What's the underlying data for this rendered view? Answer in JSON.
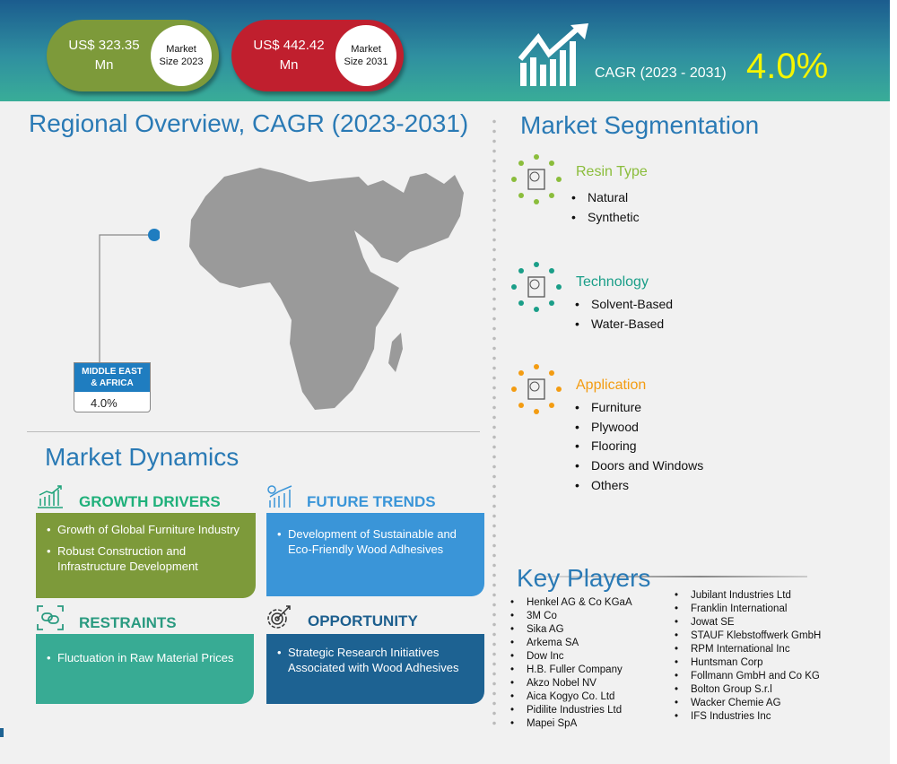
{
  "header": {
    "market_2023": {
      "value_line1": "US$  323.35",
      "value_line2": "Mn",
      "label_line1": "Market",
      "label_line2": "Size 2023",
      "color": "#7d9a3a"
    },
    "market_2031": {
      "value_line1": "US$ 442.42",
      "value_line2": "Mn",
      "label_line1": "Market",
      "label_line2": "Size 2031",
      "color": "#c01f2e"
    },
    "cagr_label": "CAGR (2023 - 2031)",
    "cagr_value": "4.0%",
    "icon": "growth-chart-icon"
  },
  "regional": {
    "title": "Regional Overview, CAGR (2023-2031)",
    "region_line1": "MIDDLE EAST",
    "region_line2": "& AFRICA",
    "region_cagr": "4.0%"
  },
  "dynamics": {
    "title": "Market Dynamics",
    "growth_drivers": {
      "title": "GROWTH DRIVERS",
      "color": "#7d9a3a",
      "items": [
        "Growth of Global Furniture Industry",
        "Robust Construction and Infrastructure Development"
      ]
    },
    "future_trends": {
      "title": "FUTURE TRENDS",
      "color": "#3a95d8",
      "items": [
        "Development of Sustainable and Eco-Friendly Wood Adhesives"
      ]
    },
    "restraints": {
      "title": "RESTRAINTS",
      "color": "#38ab94",
      "items": [
        "Fluctuation in Raw Material Prices"
      ]
    },
    "opportunity": {
      "title": "OPPORTUNITY",
      "color": "#1d6292",
      "items": [
        "Strategic Research Initiatives Associated with Wood Adhesives"
      ]
    }
  },
  "segmentation": {
    "title": "Market Segmentation",
    "segments": [
      {
        "title": "Resin Type",
        "color": "#8bbd3c",
        "items": [
          "Natural",
          "Synthetic"
        ]
      },
      {
        "title": "Technology",
        "color": "#1a9e88",
        "items": [
          "Solvent-Based",
          "Water-Based"
        ]
      },
      {
        "title": "Application",
        "color": "#f39c12",
        "items": [
          "Furniture",
          "Plywood",
          "Flooring",
          "Doors and Windows",
          "Others"
        ]
      }
    ]
  },
  "key_players": {
    "title": "Key Players",
    "column1": [
      "Henkel AG & Co KGaA",
      "3M Co",
      "Sika AG",
      "Arkema SA",
      "Dow Inc",
      "H.B. Fuller Company",
      "Akzo Nobel NV",
      "Aica Kogyo Co. Ltd",
      "Pidilite Industries Ltd",
      "Mapei SpA"
    ],
    "column2": [
      "Jubilant Industries Ltd",
      "Franklin International",
      "Jowat SE",
      "STAUF Klebstoffwerk GmbH",
      "RPM International Inc",
      "Huntsman Corp",
      "Follmann GmbH and Co KG",
      "Bolton Group S.r.l",
      "Wacker Chemie AG",
      "IFS Industries Inc"
    ]
  }
}
